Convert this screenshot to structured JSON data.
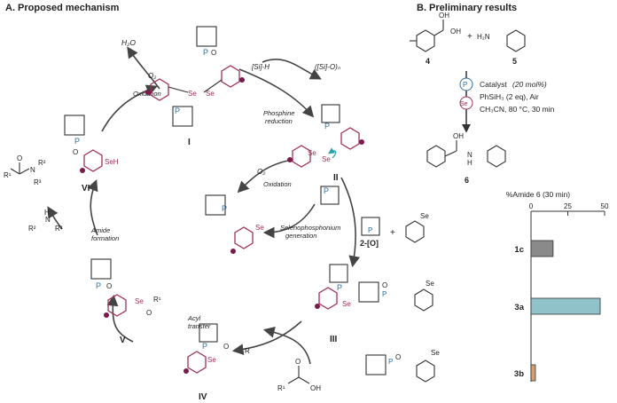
{
  "panel_a": {
    "title": "A. Proposed mechanism",
    "labels": {
      "h2o": "H₂O",
      "o2_left": "O₂",
      "oxidation_left": "Oxidation",
      "si_h": "[Si]-H",
      "si_o": "([Si]-O)ₙ",
      "phosphine_reduction": [
        "Phosphine",
        "reduction"
      ],
      "o2_center": "O₂",
      "oxidation_center": "Oxidation",
      "selenophosphonium": [
        "Selenophosphonium",
        "generation"
      ],
      "amide_formation": [
        "Amide",
        "formation"
      ],
      "acyl_transfer": [
        "Acyl",
        "transfer"
      ],
      "seh": "SeH",
      "se": "Se",
      "p": "P",
      "o": "O",
      "r": "R",
      "r1": "R¹",
      "r2": "R²",
      "r3": "R³",
      "n": "N",
      "nh": "N",
      "h": "H",
      "oh": "OH"
    },
    "roman": [
      "I",
      "II",
      "III",
      "IV",
      "V",
      "VI"
    ]
  },
  "panel_b": {
    "title": "B. Preliminary results",
    "compound_4": "4",
    "compound_5": "5",
    "plus": "+",
    "oh": "OH",
    "h2n": "H₂N",
    "catalyst_line": "Catalyst",
    "catalyst_loading": "(20 mol%)",
    "silane_line": "PhSiH₃ (2 eq), Air",
    "solvent_line": "CH₃CN, 80 °C, 30 min",
    "product": "6",
    "product_nh": "N",
    "product_h": "H",
    "p_badge": "P",
    "se_badge": "Se"
  },
  "chart_data": {
    "type": "bar",
    "orientation": "horizontal",
    "title": "%Amide 6 (30 min)",
    "categories": [
      "1c",
      "3a",
      "3b"
    ],
    "values": [
      15,
      47,
      3
    ],
    "xlim": [
      0,
      50
    ],
    "xticks": [
      "0",
      "25",
      "50"
    ],
    "colors": {
      "1c": "#8a8a8a",
      "3a": "#8fc3c9",
      "3b": "#d2a073"
    },
    "extra_labels": {
      "oxide": "2-[O]",
      "plus": "+"
    }
  }
}
